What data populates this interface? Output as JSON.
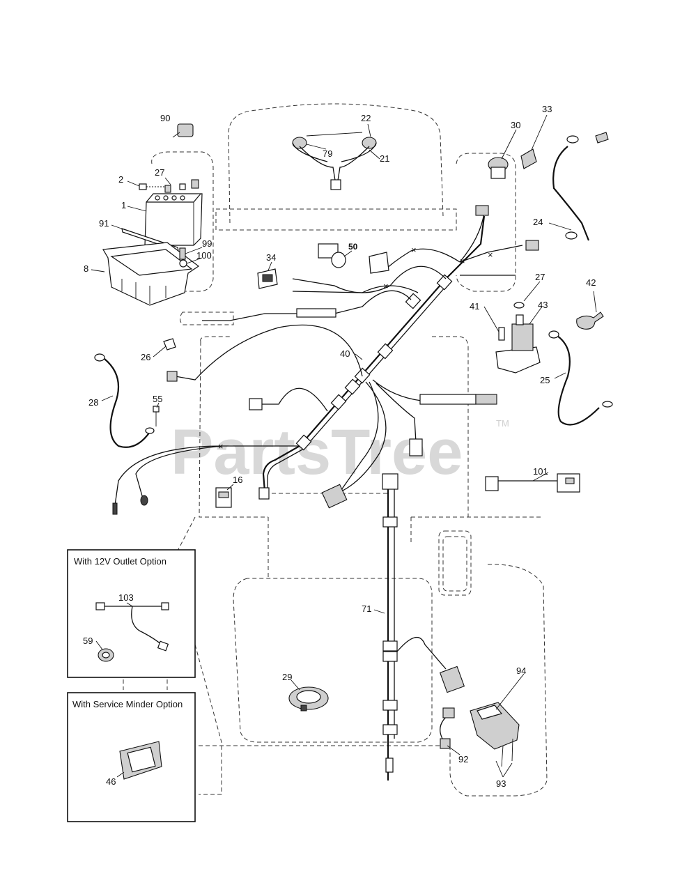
{
  "watermark": {
    "text": "PartsTree",
    "trademark": "TM"
  },
  "option_boxes": {
    "outlet_12v": {
      "title": "With 12V Outlet Option"
    },
    "service_minder": {
      "title": "With Service Minder Option"
    }
  },
  "callouts": {
    "c1": "1",
    "c2": "2",
    "c8": "8",
    "c16": "16",
    "c21": "21",
    "c22": "22",
    "c24": "24",
    "c25": "25",
    "c26": "26",
    "c27a": "27",
    "c27b": "27",
    "c28": "28",
    "c29": "29",
    "c30": "30",
    "c33": "33",
    "c34": "34",
    "c40": "40",
    "c41": "41",
    "c42": "42",
    "c43": "43",
    "c46": "46",
    "c50": "50",
    "c55": "55",
    "c59": "59",
    "c71": "71",
    "c79": "79",
    "c90": "90",
    "c91": "91",
    "c92": "92",
    "c93": "93",
    "c94": "94",
    "c99": "99",
    "c100": "100",
    "c101": "101",
    "c103": "103"
  },
  "colors": {
    "line": "#111111",
    "watermark": "#d8d8d8",
    "part_fill": "#cfcfcf"
  }
}
